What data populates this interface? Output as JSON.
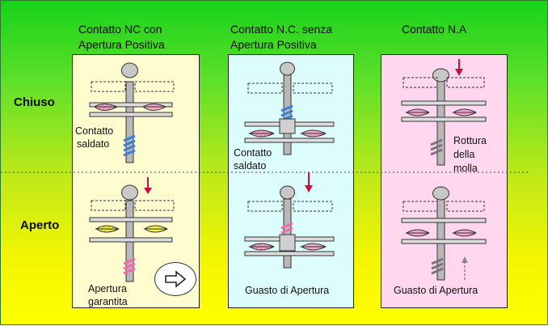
{
  "headers": {
    "col1_line1": "Contatto NC con",
    "col1_line2": "Apertura Positiva",
    "col2_line1": "Contatto N.C. senza",
    "col2_line2": "Apertura Positiva",
    "col3": "Contatto N.A"
  },
  "rows": {
    "closed": "Chiuso",
    "open": "Aperto"
  },
  "labels": {
    "p1_welded_1": "Contatto",
    "p1_welded_2": "saldato",
    "p1_guaranteed_1": "Apertura",
    "p1_guaranteed_2": "garantita",
    "p2_welded_1": "Contatto",
    "p2_welded_2": "saldato",
    "p2_failure": "Guasto di Apertura",
    "p3_break_1": "Rottura",
    "p3_break_2": "della",
    "p3_break_3": "molla",
    "p3_failure": "Guasto di Apertura"
  },
  "icons": {
    "arrow_button": "right-arrow-icon"
  },
  "colors": {
    "panel1_bg": "#fffdd0",
    "panel2_bg": "#ddfdfd",
    "panel3_bg": "#ffd7ef",
    "contact_pink": "#f4a6c8",
    "contact_yellow": "#f5ef4a",
    "spring_blue": "#3a7fd6",
    "spring_pink": "#f06bb0",
    "arrow_red": "#c8103c"
  }
}
